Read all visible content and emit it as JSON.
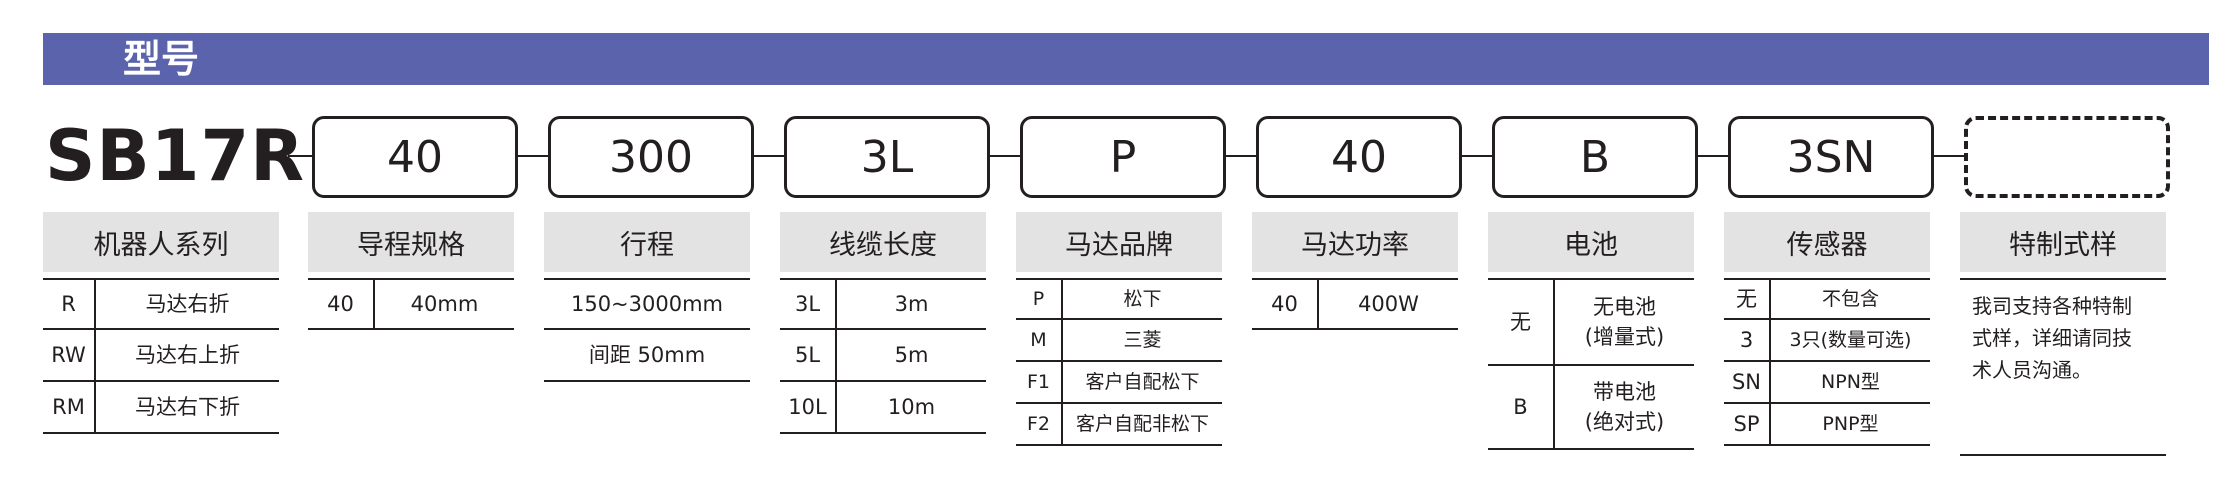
{
  "header": {
    "title": "型号"
  },
  "model": {
    "name": "SB17R"
  },
  "codes": [
    {
      "label": "40"
    },
    {
      "label": "300"
    },
    {
      "label": "3L"
    },
    {
      "label": "P"
    },
    {
      "label": "40"
    },
    {
      "label": "B"
    },
    {
      "label": "3SN"
    },
    {
      "label": ""
    }
  ],
  "columns": {
    "series": {
      "title": "机器人系列",
      "rows": [
        {
          "code": "R",
          "desc": "马达右折"
        },
        {
          "code": "RW",
          "desc": "马达右上折"
        },
        {
          "code": "RM",
          "desc": "马达右下折"
        }
      ]
    },
    "lead": {
      "title": "导程规格",
      "rows": [
        {
          "code": "40",
          "desc": "40mm"
        }
      ]
    },
    "stroke": {
      "title": "行程",
      "rows": [
        {
          "desc": "150~3000mm"
        },
        {
          "desc": "间距 50mm"
        }
      ]
    },
    "cable": {
      "title": "线缆长度",
      "rows": [
        {
          "code": "3L",
          "desc": "3m"
        },
        {
          "code": "5L",
          "desc": "5m"
        },
        {
          "code": "10L",
          "desc": "10m"
        }
      ]
    },
    "motor_brand": {
      "title": "马达品牌",
      "rows": [
        {
          "code": "P",
          "desc": "松下"
        },
        {
          "code": "M",
          "desc": "三菱"
        },
        {
          "code": "F1",
          "desc": "客户自配松下"
        },
        {
          "code": "F2",
          "desc": "客户自配非松下"
        }
      ]
    },
    "motor_power": {
      "title": "马达功率",
      "rows": [
        {
          "code": "40",
          "desc": "400W"
        }
      ]
    },
    "battery": {
      "title": "电池",
      "rows": [
        {
          "code": "无",
          "desc_line1": "无电池",
          "desc_line2": "(增量式)"
        },
        {
          "code": "B",
          "desc_line1": "带电池",
          "desc_line2": "(绝对式)"
        }
      ]
    },
    "sensor": {
      "title": "传感器",
      "rows": [
        {
          "code": "无",
          "desc": "不包含"
        },
        {
          "code": "3",
          "desc": "3只(数量可选)"
        },
        {
          "code": "SN",
          "desc": "NPN型"
        },
        {
          "code": "SP",
          "desc": "PNP型"
        }
      ]
    },
    "special": {
      "title": "特制式样",
      "note_line1": "我司支持各种特制",
      "note_line2": "式样，详细请同技",
      "note_line3": "术人员沟通。"
    }
  }
}
